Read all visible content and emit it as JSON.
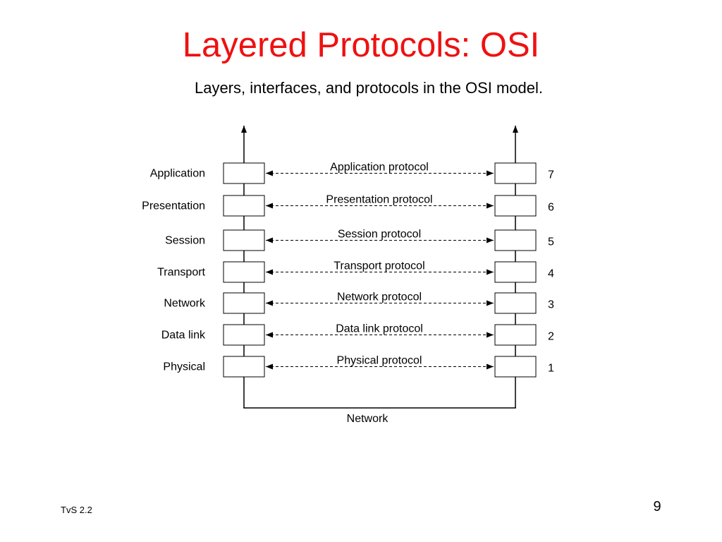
{
  "colors": {
    "title": "#ee1111",
    "line": "#000000",
    "background": "#ffffff"
  },
  "slide": {
    "title": "Layered Protocols:  OSI",
    "subtitle": "Layers, interfaces, and protocols in the OSI model.",
    "footer": "TvS 2.2",
    "page_number": "9"
  },
  "diagram": {
    "layers": [
      {
        "name": "Application",
        "protocol": "Application protocol",
        "number": "7"
      },
      {
        "name": "Presentation",
        "protocol": "Presentation protocol",
        "number": "6"
      },
      {
        "name": "Session",
        "protocol": "Session protocol",
        "number": "5"
      },
      {
        "name": "Transport",
        "protocol": "Transport protocol",
        "number": "4"
      },
      {
        "name": "Network",
        "protocol": "Network protocol",
        "number": "3"
      },
      {
        "name": "Data link",
        "protocol": "Data link protocol",
        "number": "2"
      },
      {
        "name": "Physical",
        "protocol": "Physical protocol",
        "number": "1"
      }
    ],
    "network_label": "Network"
  }
}
